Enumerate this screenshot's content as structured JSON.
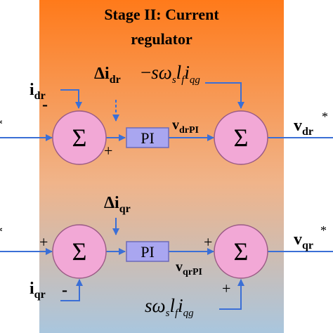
{
  "title": {
    "line1": "Stage II: Current",
    "line2": "regulator"
  },
  "inputs": {
    "top_ref_sup": "*",
    "bottom_ref_sup": "*"
  },
  "top_row": {
    "i_dr": {
      "base": "i",
      "sub": "dr"
    },
    "i_dr_sign": "-",
    "delta_i_dr": {
      "prefix": "Δ",
      "base": "i",
      "sub": "dr"
    },
    "coupling": {
      "minus": "−",
      "s": "s",
      "omega": "ω",
      "omega_sub": "s",
      "l": "l",
      "l_sub": "f",
      "i": "i",
      "i_sub": "qg"
    },
    "plus_sign": "+",
    "pi_label": "PI",
    "v_drpi": {
      "base": "v",
      "sub": "drPI"
    },
    "sum_symbol": "Σ",
    "output": {
      "base": "v",
      "sub": "dr",
      "sup": "*"
    }
  },
  "bottom_row": {
    "delta_i_qr": {
      "prefix": "Δ",
      "base": "i",
      "sub": "qr"
    },
    "input_plus": "+",
    "pi_label": "PI",
    "pi_plus": "+",
    "v_qrpi": {
      "base": "v",
      "sub": "qrPI"
    },
    "sum_symbol": "Σ",
    "i_qr": {
      "base": "i",
      "sub": "qr"
    },
    "i_qr_sign": "-",
    "coupling_plus": "+",
    "coupling": {
      "s": "s",
      "omega": "ω",
      "omega_sub": "s",
      "l": "l",
      "l_sub": "f",
      "i": "i",
      "i_sub": "qg"
    },
    "output": {
      "base": "v",
      "sub": "qr",
      "sup": "*"
    }
  },
  "colors": {
    "panel_top": "#ff7a1a",
    "panel_mid": "#f0b48a",
    "panel_bottom": "#a9c6de",
    "summer_fill": "#f2a8d6",
    "summer_stroke": "#9a5b85",
    "pi_fill": "#a9a6f0",
    "pi_stroke": "#6d6ab8",
    "signal_line": "#3b6fd6"
  }
}
